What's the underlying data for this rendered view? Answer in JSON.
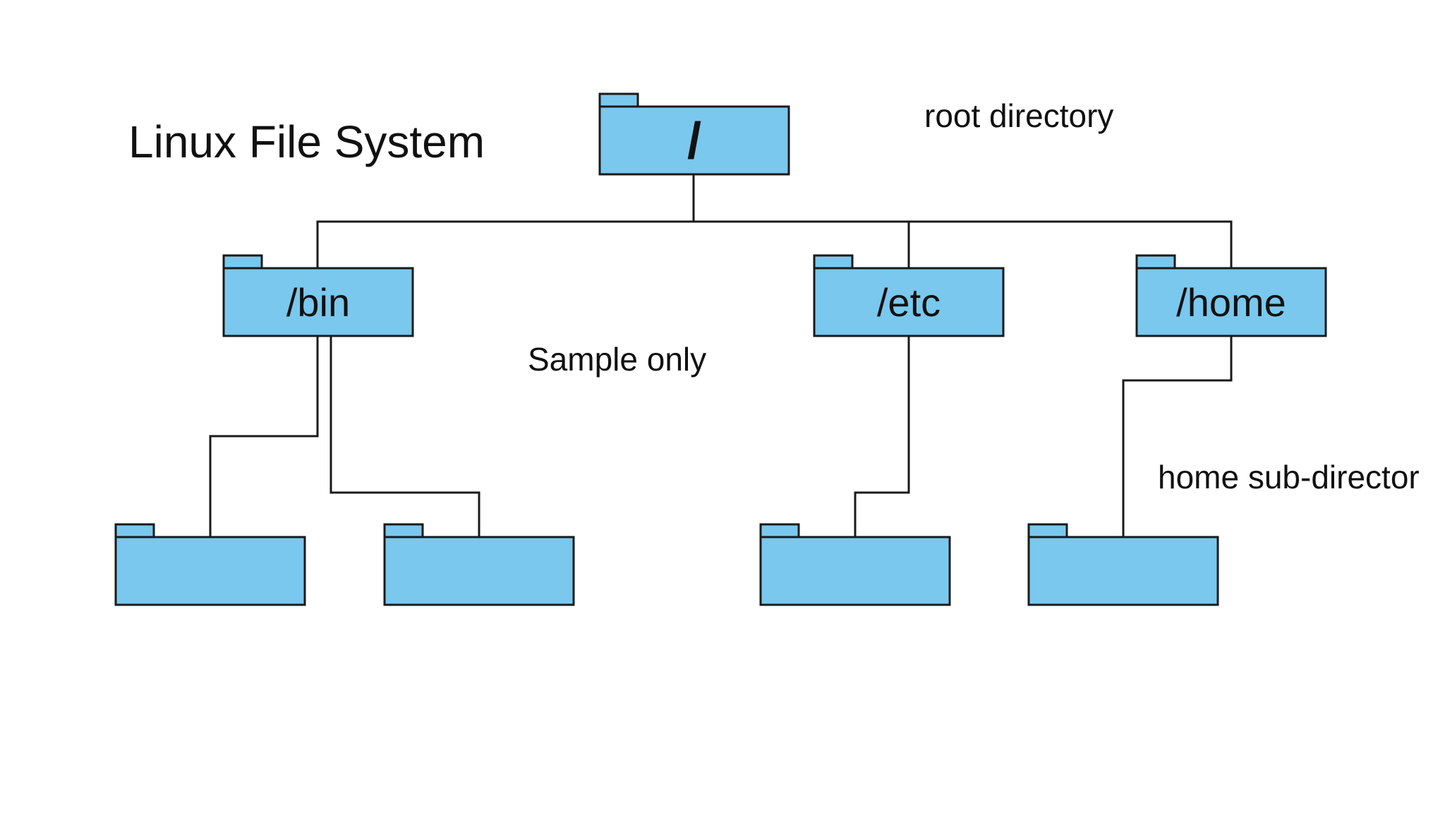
{
  "diagram": {
    "title": "Linux File System",
    "annotations": {
      "root": "root directory",
      "sample": "Sample only",
      "home_sub": "home sub-director"
    },
    "folders": [
      {
        "id": "root",
        "label": "/"
      },
      {
        "id": "bin",
        "label": "/bin"
      },
      {
        "id": "etc",
        "label": "/etc"
      },
      {
        "id": "home",
        "label": "/home"
      },
      {
        "id": "bin-sub-1",
        "label": ""
      },
      {
        "id": "bin-sub-2",
        "label": ""
      },
      {
        "id": "etc-sub-1",
        "label": ""
      },
      {
        "id": "home-sub-1",
        "label": ""
      }
    ],
    "edges": [
      {
        "from": "root",
        "to": "bin"
      },
      {
        "from": "root",
        "to": "etc"
      },
      {
        "from": "root",
        "to": "home"
      },
      {
        "from": "bin",
        "to": "bin-sub-1"
      },
      {
        "from": "bin",
        "to": "bin-sub-2"
      },
      {
        "from": "etc",
        "to": "etc-sub-1"
      },
      {
        "from": "home",
        "to": "home-sub-1"
      }
    ],
    "colors": {
      "folder_fill": "#7ac8ee",
      "folder_stroke": "#1a1a1a",
      "line": "#1a1a1a"
    }
  }
}
